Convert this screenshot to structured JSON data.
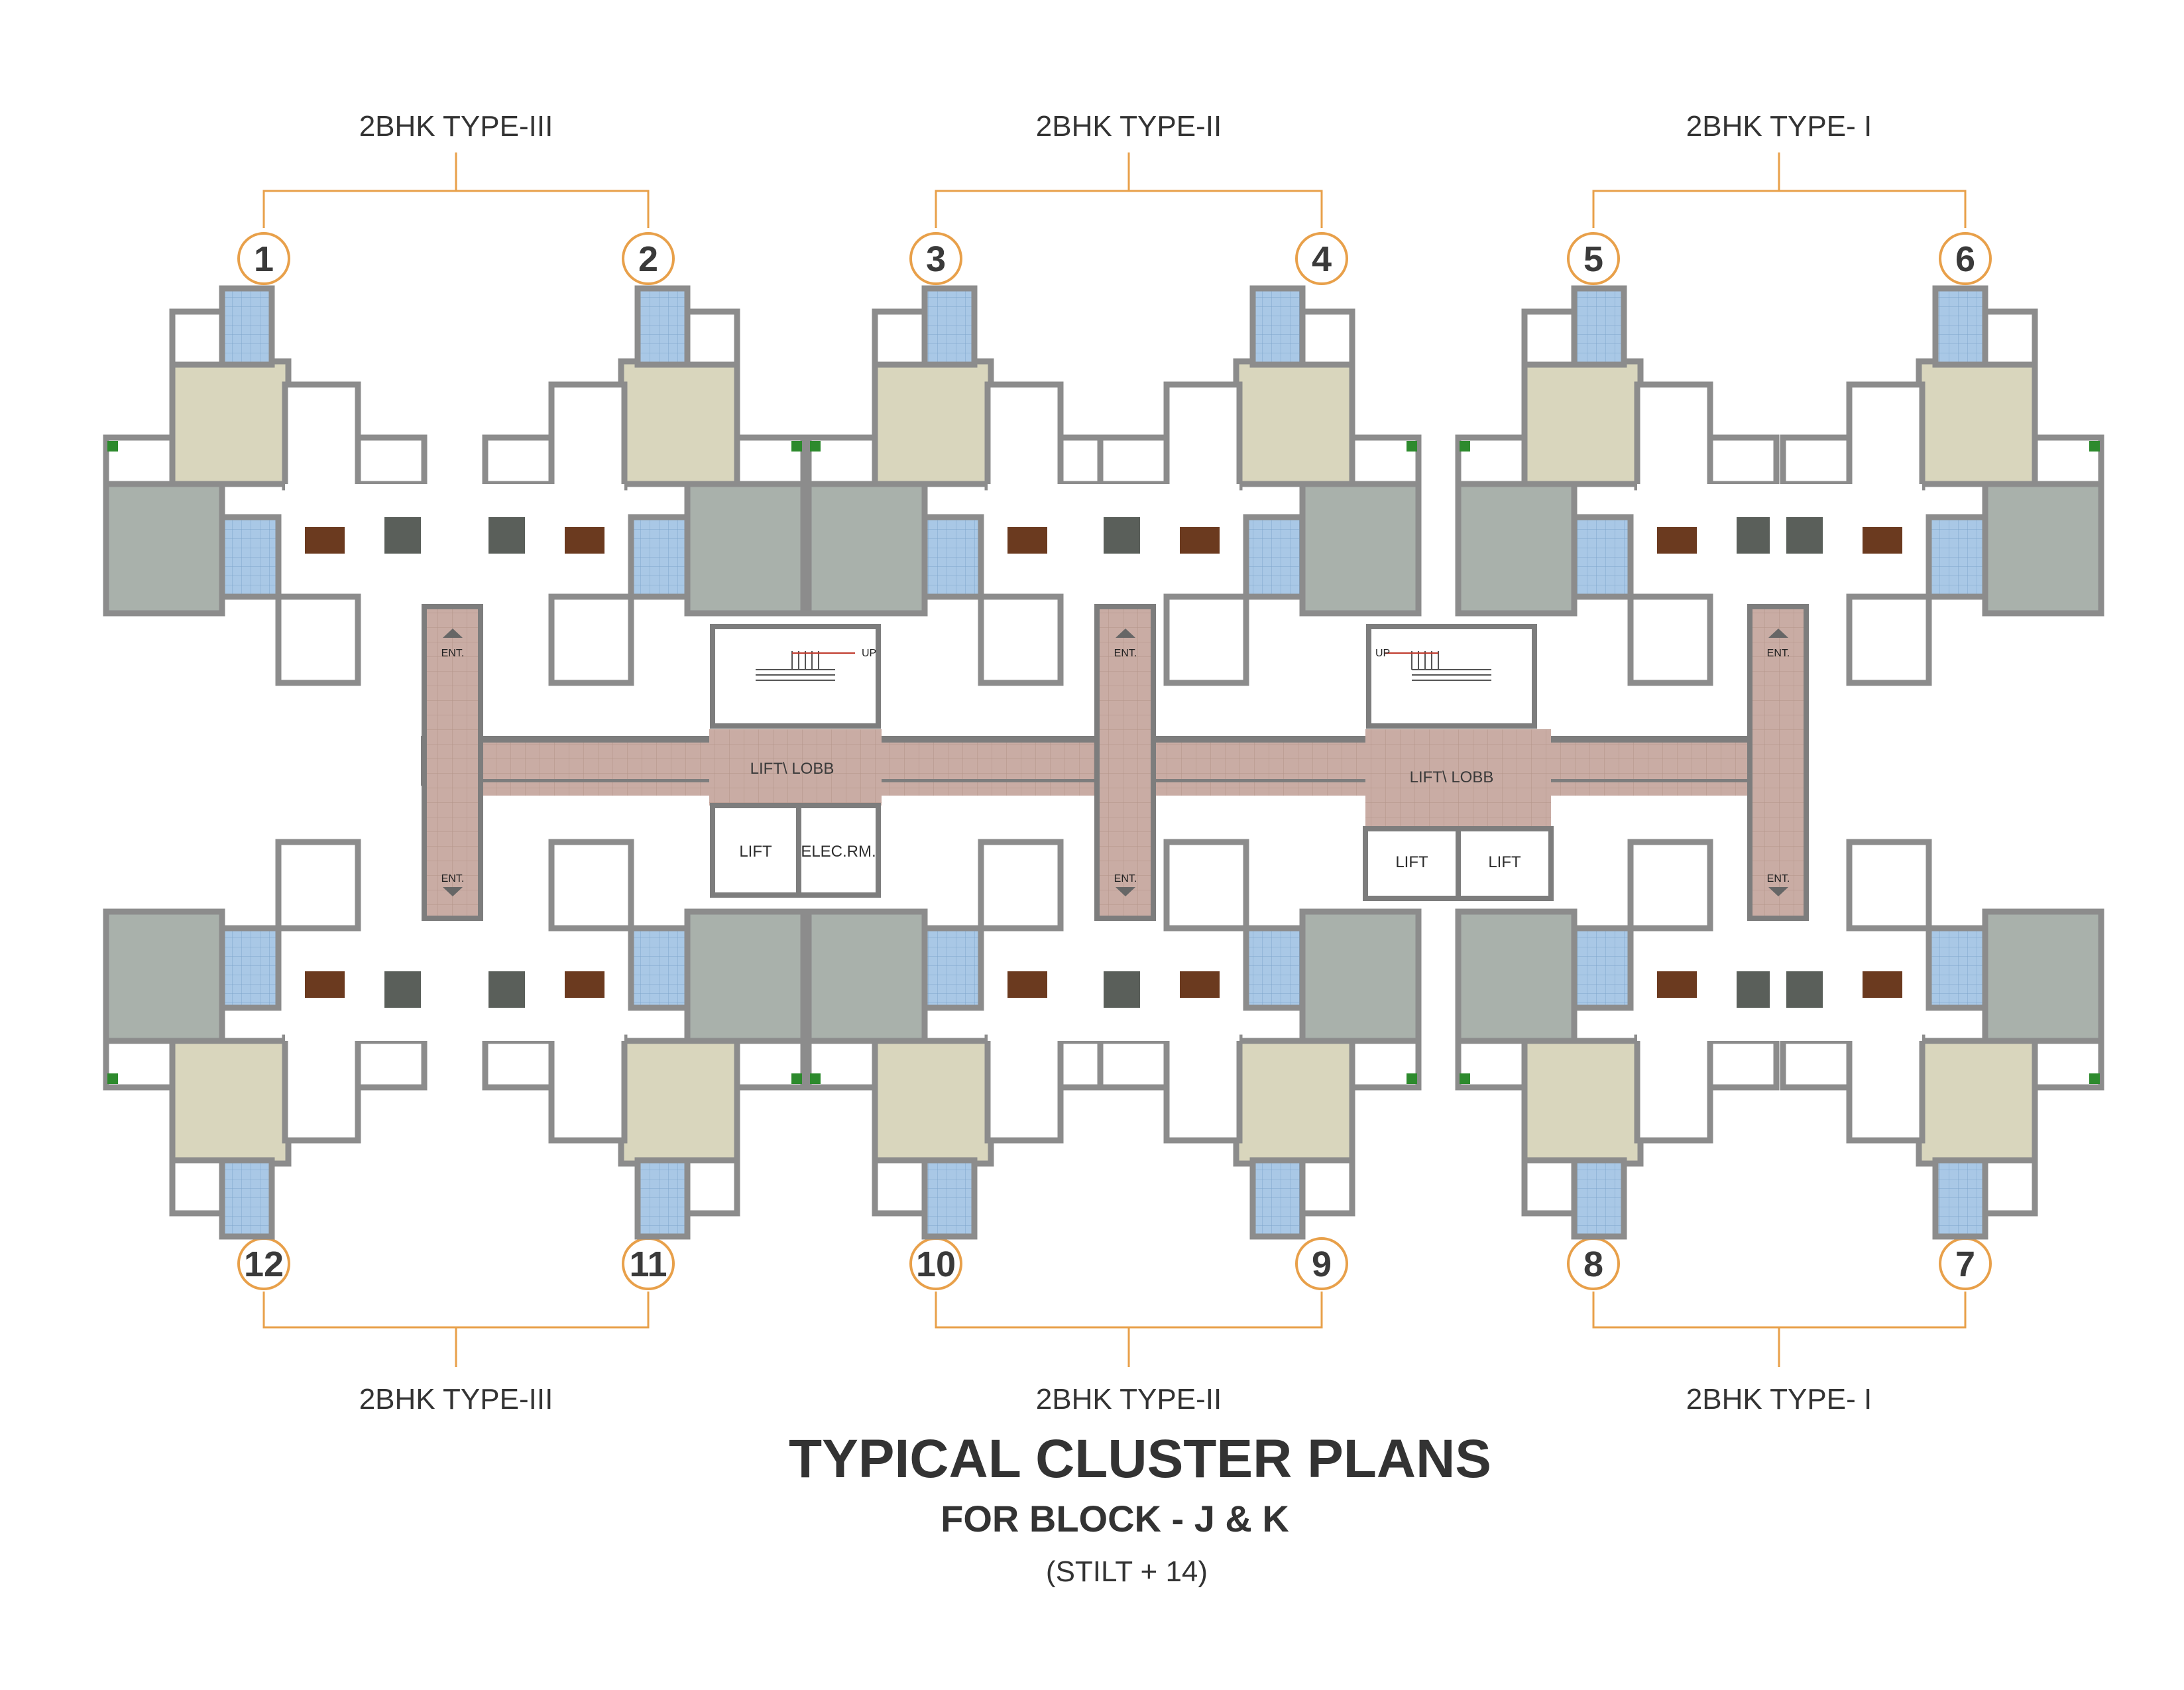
{
  "type_labels": {
    "top": [
      "2BHK TYPE-III",
      "2BHK TYPE-II",
      "2BHK TYPE- I"
    ],
    "bottom": [
      "2BHK TYPE-III",
      "2BHK TYPE-II",
      "2BHK TYPE- I"
    ]
  },
  "unit_numbers": {
    "top": [
      "1",
      "2",
      "3",
      "4",
      "5",
      "6"
    ],
    "bottom": [
      "12",
      "11",
      "10",
      "9",
      "8",
      "7"
    ]
  },
  "core": {
    "lobby_left": "LIFT\\ LOBB",
    "lobby_right": "LIFT\\ LOBB",
    "lift": "LIFT",
    "elec_room": "ELEC.RM.",
    "entry": "ENT.",
    "up": "UP"
  },
  "title": {
    "main": "TYPICAL CLUSTER PLANS",
    "sub": "FOR BLOCK - J & K",
    "note": "(STILT + 14)"
  },
  "colors": {
    "leader": "#e8a04a",
    "wall": "#8c8c8c",
    "bedroom": "#d9d6bd",
    "living": "#a9b1ab",
    "toilet": "#a9c8e6",
    "corridor": "#c9aca4",
    "balcony": "#ffffff",
    "planter": "#2d8a2d"
  }
}
